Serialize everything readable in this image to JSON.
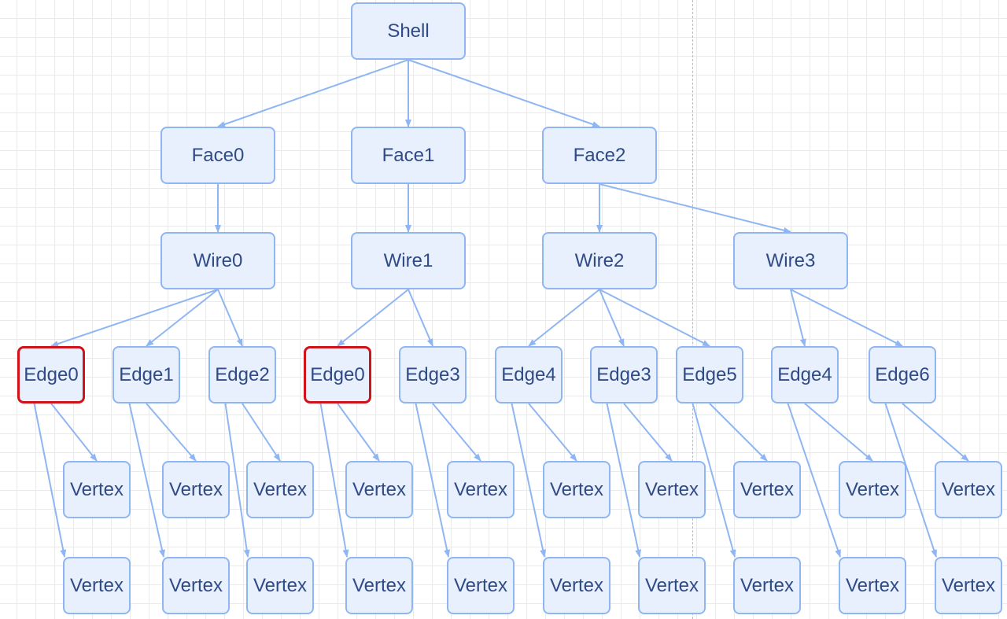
{
  "diagram": {
    "nodes": [
      {
        "id": "shell",
        "label": "Shell"
      },
      {
        "id": "face0",
        "label": "Face0"
      },
      {
        "id": "face1",
        "label": "Face1"
      },
      {
        "id": "face2",
        "label": "Face2"
      },
      {
        "id": "wire0",
        "label": "Wire0"
      },
      {
        "id": "wire1",
        "label": "Wire1"
      },
      {
        "id": "wire2",
        "label": "Wire2"
      },
      {
        "id": "wire3",
        "label": "Wire3"
      },
      {
        "id": "w0e0",
        "label": "Edge0",
        "selected": true
      },
      {
        "id": "w0e1",
        "label": "Edge1"
      },
      {
        "id": "w0e2",
        "label": "Edge2"
      },
      {
        "id": "w1e0",
        "label": "Edge0",
        "selected": true
      },
      {
        "id": "w1e3",
        "label": "Edge3"
      },
      {
        "id": "w2e4",
        "label": "Edge4"
      },
      {
        "id": "w2e3",
        "label": "Edge3"
      },
      {
        "id": "w2e5",
        "label": "Edge5"
      },
      {
        "id": "w3e4",
        "label": "Edge4"
      },
      {
        "id": "w3e6",
        "label": "Edge6"
      },
      {
        "id": "v0a",
        "label": "Vertex"
      },
      {
        "id": "v0b",
        "label": "Vertex"
      },
      {
        "id": "v1a",
        "label": "Vertex"
      },
      {
        "id": "v1b",
        "label": "Vertex"
      },
      {
        "id": "v2a",
        "label": "Vertex"
      },
      {
        "id": "v2b",
        "label": "Vertex"
      },
      {
        "id": "v3a",
        "label": "Vertex"
      },
      {
        "id": "v3b",
        "label": "Vertex"
      },
      {
        "id": "v4a",
        "label": "Vertex"
      },
      {
        "id": "v4b",
        "label": "Vertex"
      },
      {
        "id": "v5a",
        "label": "Vertex"
      },
      {
        "id": "v5b",
        "label": "Vertex"
      },
      {
        "id": "v6a",
        "label": "Vertex"
      },
      {
        "id": "v6b",
        "label": "Vertex"
      },
      {
        "id": "v7a",
        "label": "Vertex"
      },
      {
        "id": "v7b",
        "label": "Vertex"
      },
      {
        "id": "v8a",
        "label": "Vertex"
      },
      {
        "id": "v8b",
        "label": "Vertex"
      },
      {
        "id": "v9a",
        "label": "Vertex"
      },
      {
        "id": "v9b",
        "label": "Vertex"
      }
    ],
    "edges": [
      [
        "shell",
        "face0"
      ],
      [
        "shell",
        "face1"
      ],
      [
        "shell",
        "face2"
      ],
      [
        "face0",
        "wire0"
      ],
      [
        "face1",
        "wire1"
      ],
      [
        "face2",
        "wire2"
      ],
      [
        "face2",
        "wire3"
      ],
      [
        "wire0",
        "w0e0"
      ],
      [
        "wire0",
        "w0e1"
      ],
      [
        "wire0",
        "w0e2"
      ],
      [
        "wire1",
        "w1e0"
      ],
      [
        "wire1",
        "w1e3"
      ],
      [
        "wire2",
        "w2e4"
      ],
      [
        "wire2",
        "w2e3"
      ],
      [
        "wire2",
        "w2e5"
      ],
      [
        "wire3",
        "w3e4"
      ],
      [
        "wire3",
        "w3e6"
      ],
      [
        "w0e0",
        "v0a"
      ],
      [
        "w0e0",
        "v0b"
      ],
      [
        "w0e1",
        "v1a"
      ],
      [
        "w0e1",
        "v1b"
      ],
      [
        "w0e2",
        "v2a"
      ],
      [
        "w0e2",
        "v2b"
      ],
      [
        "w1e0",
        "v3a"
      ],
      [
        "w1e0",
        "v3b"
      ],
      [
        "w1e3",
        "v4a"
      ],
      [
        "w1e3",
        "v4b"
      ],
      [
        "w2e4",
        "v5a"
      ],
      [
        "w2e4",
        "v5b"
      ],
      [
        "w2e3",
        "v6a"
      ],
      [
        "w2e3",
        "v6b"
      ],
      [
        "w2e5",
        "v7a"
      ],
      [
        "w2e5",
        "v7b"
      ],
      [
        "w3e4",
        "v8a"
      ],
      [
        "w3e4",
        "v8b"
      ],
      [
        "w3e6",
        "v9a"
      ],
      [
        "w3e6",
        "v9b"
      ]
    ],
    "colors": {
      "node_fill": "#e8f0fd",
      "node_border": "#8fb6f2",
      "node_text": "#2f4a86",
      "connector": "#8fb6f2",
      "selection": "#d0121b"
    }
  }
}
